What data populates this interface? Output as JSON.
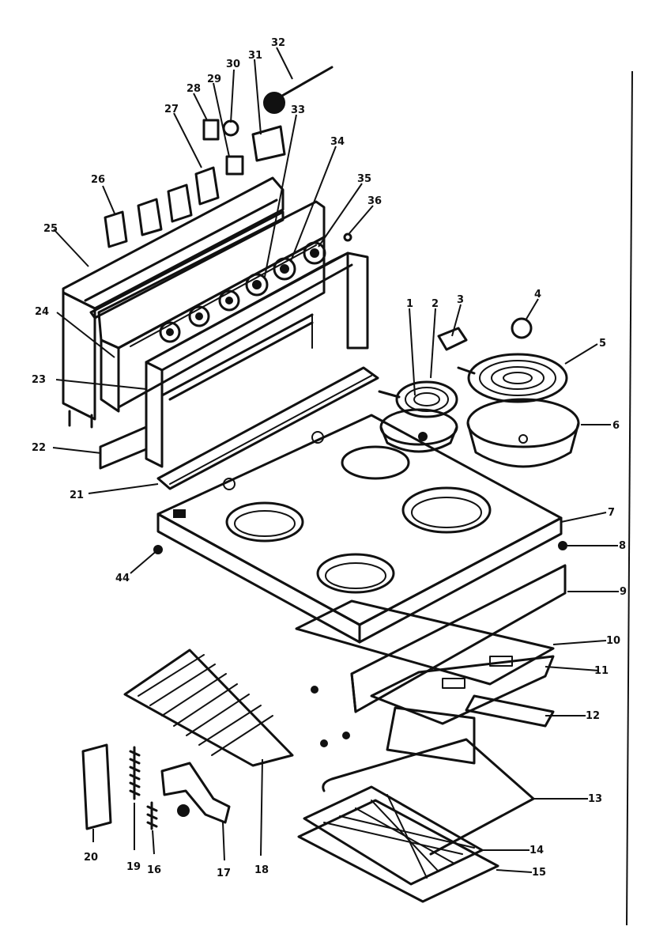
{
  "callouts": [
    {
      "id": "c1",
      "text": "1"
    },
    {
      "id": "c2",
      "text": "2"
    },
    {
      "id": "c3",
      "text": "3"
    },
    {
      "id": "c4",
      "text": "4"
    },
    {
      "id": "c5",
      "text": "5"
    },
    {
      "id": "c6",
      "text": "6"
    },
    {
      "id": "c7",
      "text": "7"
    },
    {
      "id": "c8",
      "text": "8"
    },
    {
      "id": "c9",
      "text": "9"
    },
    {
      "id": "c10",
      "text": "10"
    },
    {
      "id": "c11",
      "text": "11"
    },
    {
      "id": "c12",
      "text": "12"
    },
    {
      "id": "c13",
      "text": "13"
    },
    {
      "id": "c14",
      "text": "14"
    },
    {
      "id": "c15",
      "text": "15"
    },
    {
      "id": "c16",
      "text": "16"
    },
    {
      "id": "c17",
      "text": "17"
    },
    {
      "id": "c18",
      "text": "18"
    },
    {
      "id": "c19",
      "text": "19"
    },
    {
      "id": "c20",
      "text": "20"
    },
    {
      "id": "c21",
      "text": "21"
    },
    {
      "id": "c22",
      "text": "22"
    },
    {
      "id": "c23",
      "text": "23"
    },
    {
      "id": "c24",
      "text": "24"
    },
    {
      "id": "c25",
      "text": "25"
    },
    {
      "id": "c26",
      "text": "26"
    },
    {
      "id": "c27",
      "text": "27"
    },
    {
      "id": "c28",
      "text": "28"
    },
    {
      "id": "c29",
      "text": "29"
    },
    {
      "id": "c30",
      "text": "30"
    },
    {
      "id": "c31",
      "text": "31"
    },
    {
      "id": "c32",
      "text": "32"
    },
    {
      "id": "c33",
      "text": "33"
    },
    {
      "id": "c34",
      "text": "34"
    },
    {
      "id": "c35",
      "text": "35"
    },
    {
      "id": "c36",
      "text": "36"
    },
    {
      "id": "c44",
      "text": "44"
    }
  ]
}
